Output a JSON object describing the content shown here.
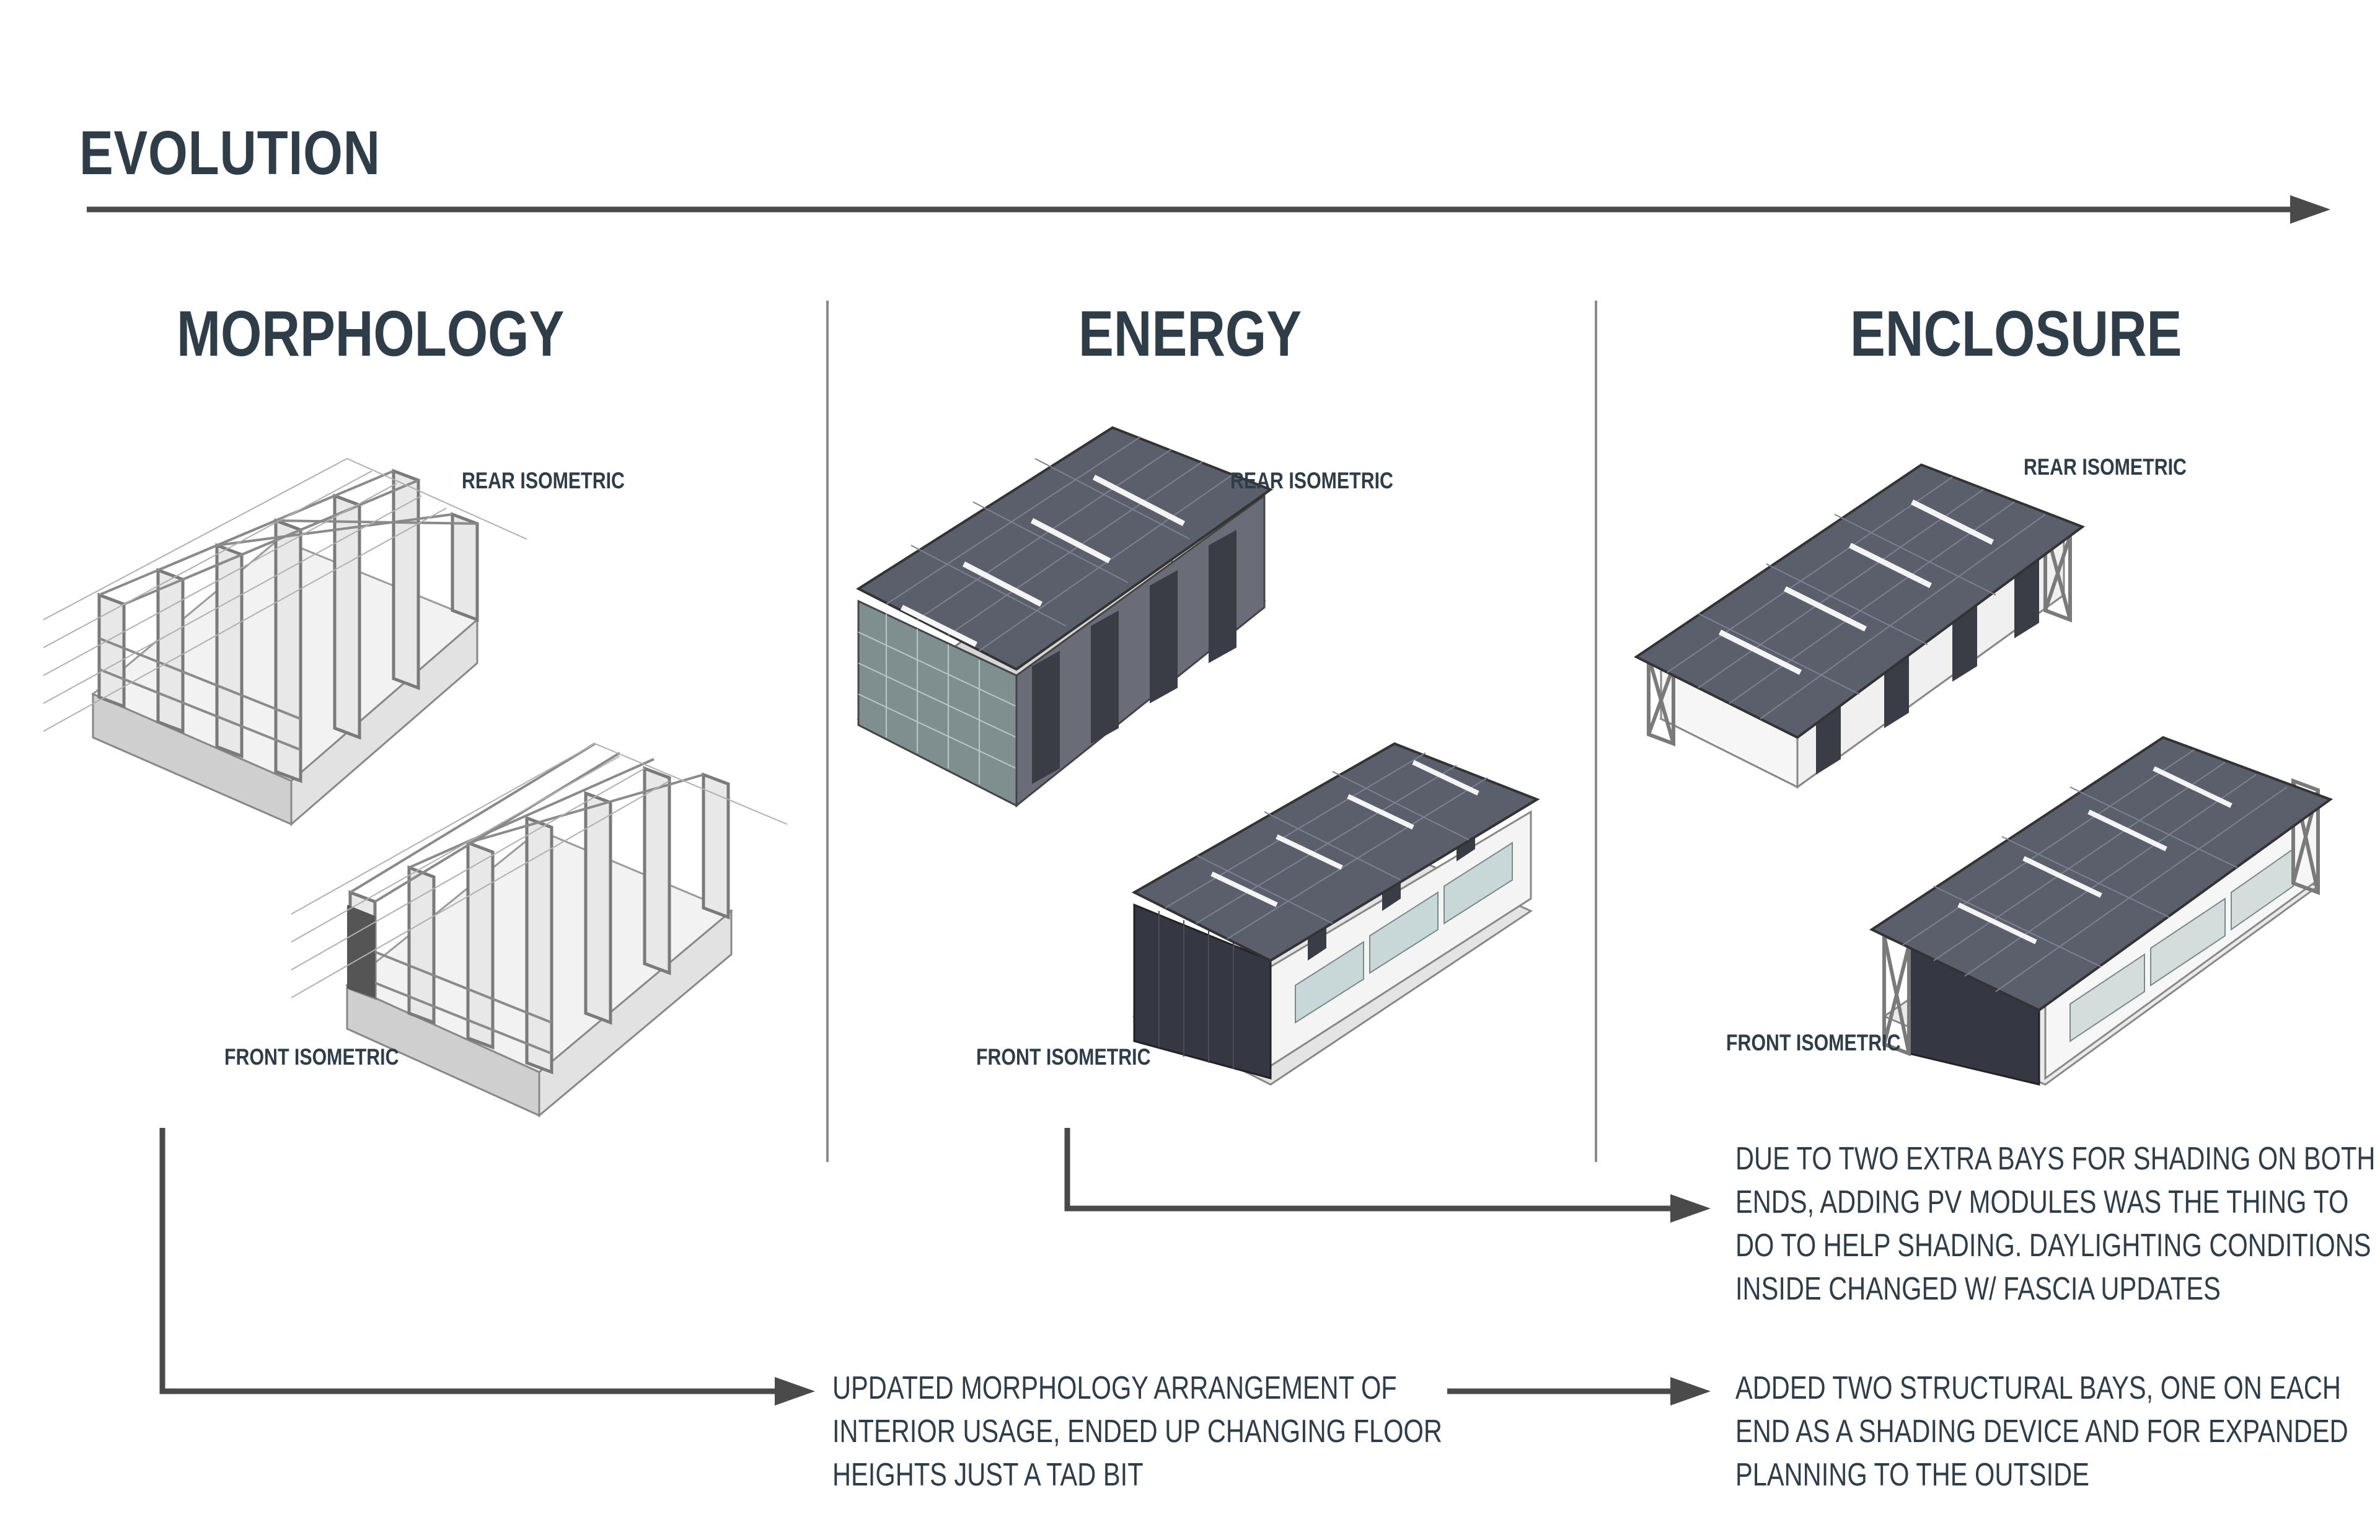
{
  "header": {
    "title": "EVOLUTION"
  },
  "columns": [
    {
      "title": "MORPHOLOGY",
      "rear_label": "REAR ISOMETRIC",
      "front_label": "FRONT ISOMETRIC"
    },
    {
      "title": "ENERGY",
      "rear_label": "REAR ISOMETRIC",
      "front_label": "FRONT ISOMETRIC"
    },
    {
      "title": "ENCLOSURE",
      "rear_label": "REAR ISOMETRIC",
      "front_label": "FRONT ISOMETRIC"
    }
  ],
  "notes": {
    "morphology": [
      "UPDATED MORPHOLOGY ARRANGEMENT OF",
      "INTERIOR USAGE, ENDED UP CHANGING FLOOR",
      "HEIGHTS JUST A TAD BIT"
    ],
    "structure": [
      "ADDED TWO STRUCTURAL BAYS, ONE ON EACH",
      "END AS A SHADING DEVICE AND FOR EXPANDED",
      "PLANNING TO THE OUTSIDE"
    ],
    "energy": [
      "DUE TO TWO EXTRA BAYS FOR SHADING ON BOTH",
      "ENDS, ADDING PV MODULES WAS THE THING TO",
      "DO TO HELP SHADING. DAYLIGHTING CONDITIONS",
      "INSIDE CHANGED W/ FASCIA UPDATES"
    ]
  },
  "colors": {
    "text": "#2f3d48",
    "arrow": "#4a4a4a",
    "divider": "#8a8a8a",
    "roof": "#5a5d6b",
    "frame": "#9a9a9a"
  }
}
